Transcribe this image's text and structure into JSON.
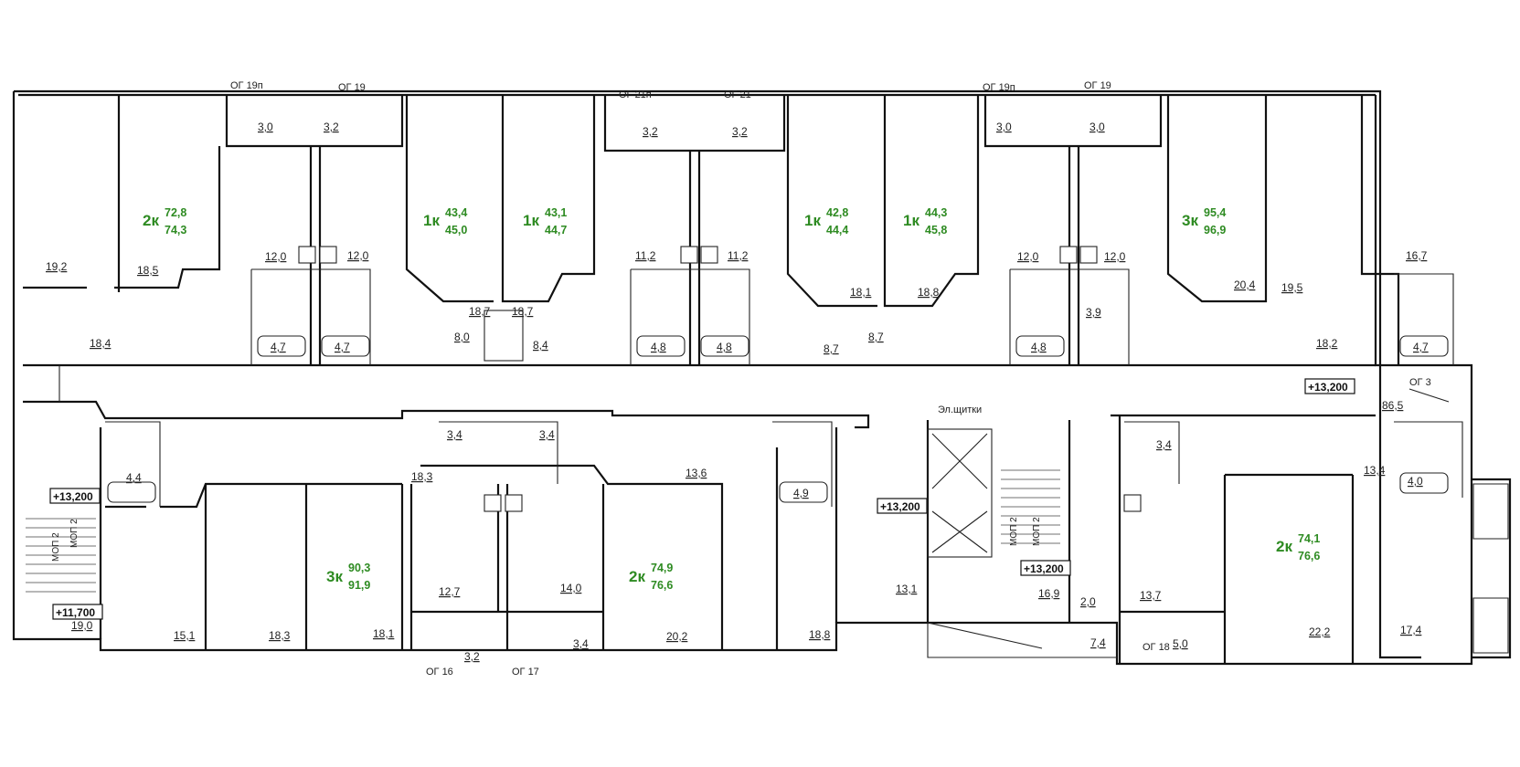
{
  "apartments": [
    {
      "type": "2к",
      "area_top": "72,8",
      "area_bottom": "74,3"
    },
    {
      "type": "1к",
      "area_top": "43,4",
      "area_bottom": "45,0"
    },
    {
      "type": "1к",
      "area_top": "43,1",
      "area_bottom": "44,7"
    },
    {
      "type": "1к",
      "area_top": "42,8",
      "area_bottom": "44,4"
    },
    {
      "type": "1к",
      "area_top": "44,3",
      "area_bottom": "45,8"
    },
    {
      "type": "3к",
      "area_top": "95,4",
      "area_bottom": "96,9"
    },
    {
      "type": "3к",
      "area_top": "90,3",
      "area_bottom": "91,9"
    },
    {
      "type": "2к",
      "area_top": "74,9",
      "area_bottom": "76,6"
    },
    {
      "type": "2к",
      "area_top": "74,1",
      "area_bottom": "76,6"
    }
  ],
  "room_areas": [
    "19,2",
    "18,5",
    "3,0",
    "3,2",
    "12,0",
    "12,0",
    "4,7",
    "4,7",
    "18,4",
    "18,7",
    "18,7",
    "8,0",
    "8,4",
    "3,2",
    "3,2",
    "11,2",
    "11,2",
    "4,8",
    "4,8",
    "18,1",
    "18,8",
    "8,7",
    "8,7",
    "3,0",
    "3,0",
    "12,0",
    "12,0",
    "4,8",
    "3,9",
    "20,4",
    "19,5",
    "16,7",
    "4,7",
    "18,2",
    "86,5",
    "4,4",
    "3,4",
    "3,4",
    "18,3",
    "13,6",
    "4,9",
    "12,7",
    "14,0",
    "15,1",
    "18,3",
    "18,1",
    "20,2",
    "18,8",
    "3,2",
    "3,4",
    "19,0",
    "13,1",
    "16,9",
    "2,0",
    "7,4",
    "3,4",
    "13,4",
    "4,0",
    "13,7",
    "22,2",
    "17,4",
    "5,0"
  ],
  "tags": [
    "ОГ 19п",
    "ОГ 19",
    "ОГ 21п",
    "ОГ 21",
    "ОГ 19п",
    "ОГ 19",
    "ОГ 3",
    "ОГ 16",
    "ОГ 17",
    "ОГ 18",
    "Эл.щитки"
  ],
  "levels": [
    "+13,200",
    "+13,200",
    "+13,200",
    "+11,700",
    "+13,200"
  ],
  "stair_labels": [
    "МОП 2",
    "МОП 2",
    "МОП 2",
    "МОП 2"
  ]
}
